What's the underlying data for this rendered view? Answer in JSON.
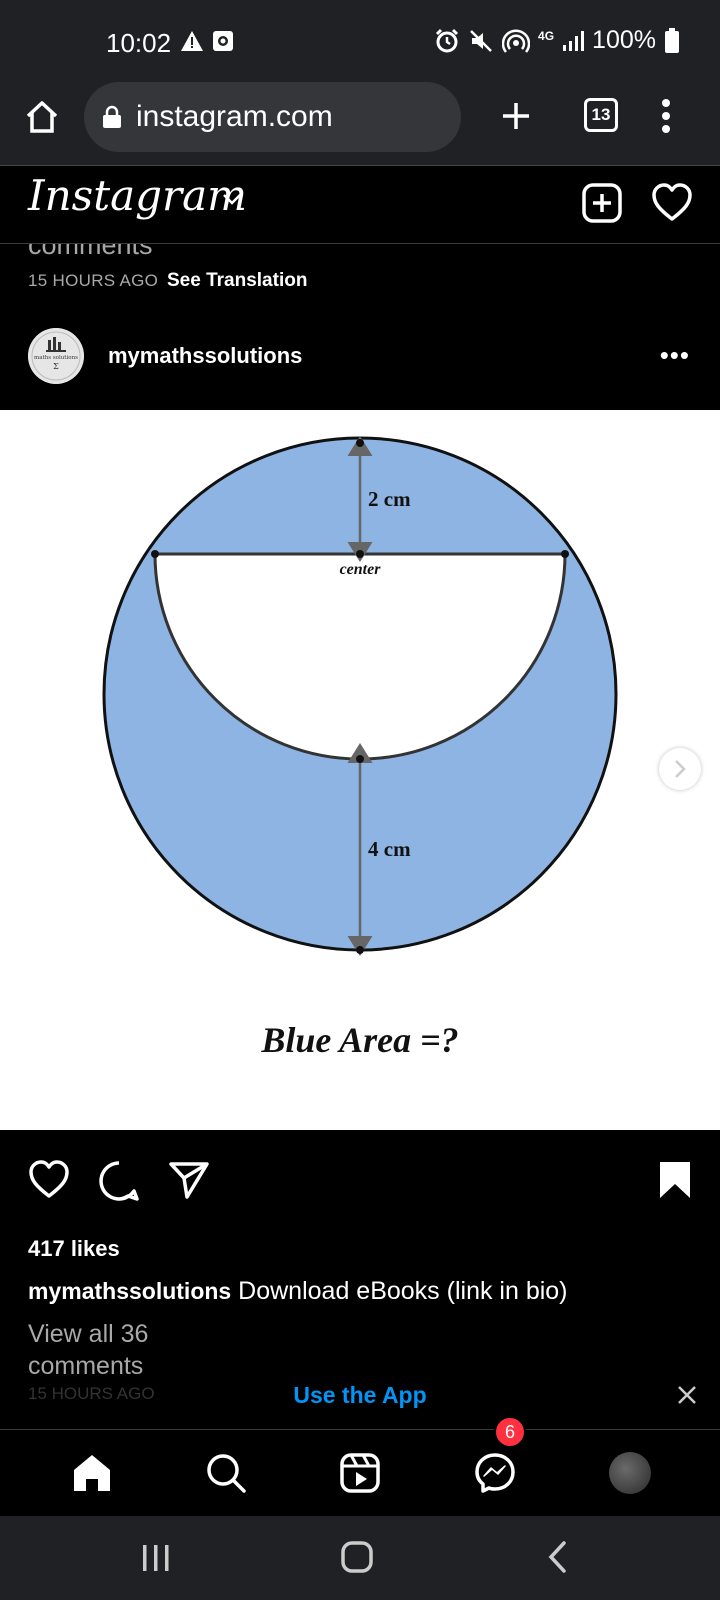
{
  "status_bar": {
    "time": "10:02",
    "network": "4G",
    "battery": "100%"
  },
  "browser": {
    "url": "instagram.com",
    "tab_count": "13"
  },
  "instagram": {
    "logo": "Instagram"
  },
  "previous_post": {
    "comments_fragment": "comments",
    "timestamp": "15 HOURS AGO",
    "see_translation": "See Translation"
  },
  "post": {
    "username": "mymathssolutions",
    "more": "•••",
    "avatar_text": "maths solutions",
    "figure": {
      "label_top": "2 cm",
      "label_center": "center",
      "label_bottom": "4 cm",
      "question": "Blue Area =?",
      "fill_color": "#8db4e2"
    },
    "likes": "417 likes",
    "caption_user": "mymathssolutions",
    "caption_text": "Download eBooks (link in bio)",
    "view_all": "View all 36 comments",
    "timestamp": "15 HOURS AGO"
  },
  "banner": {
    "use_app": "Use the App"
  },
  "bottom_nav": {
    "messenger_badge": "6"
  },
  "colors": {
    "accent": "#0095f6",
    "badge": "#ff3040"
  }
}
